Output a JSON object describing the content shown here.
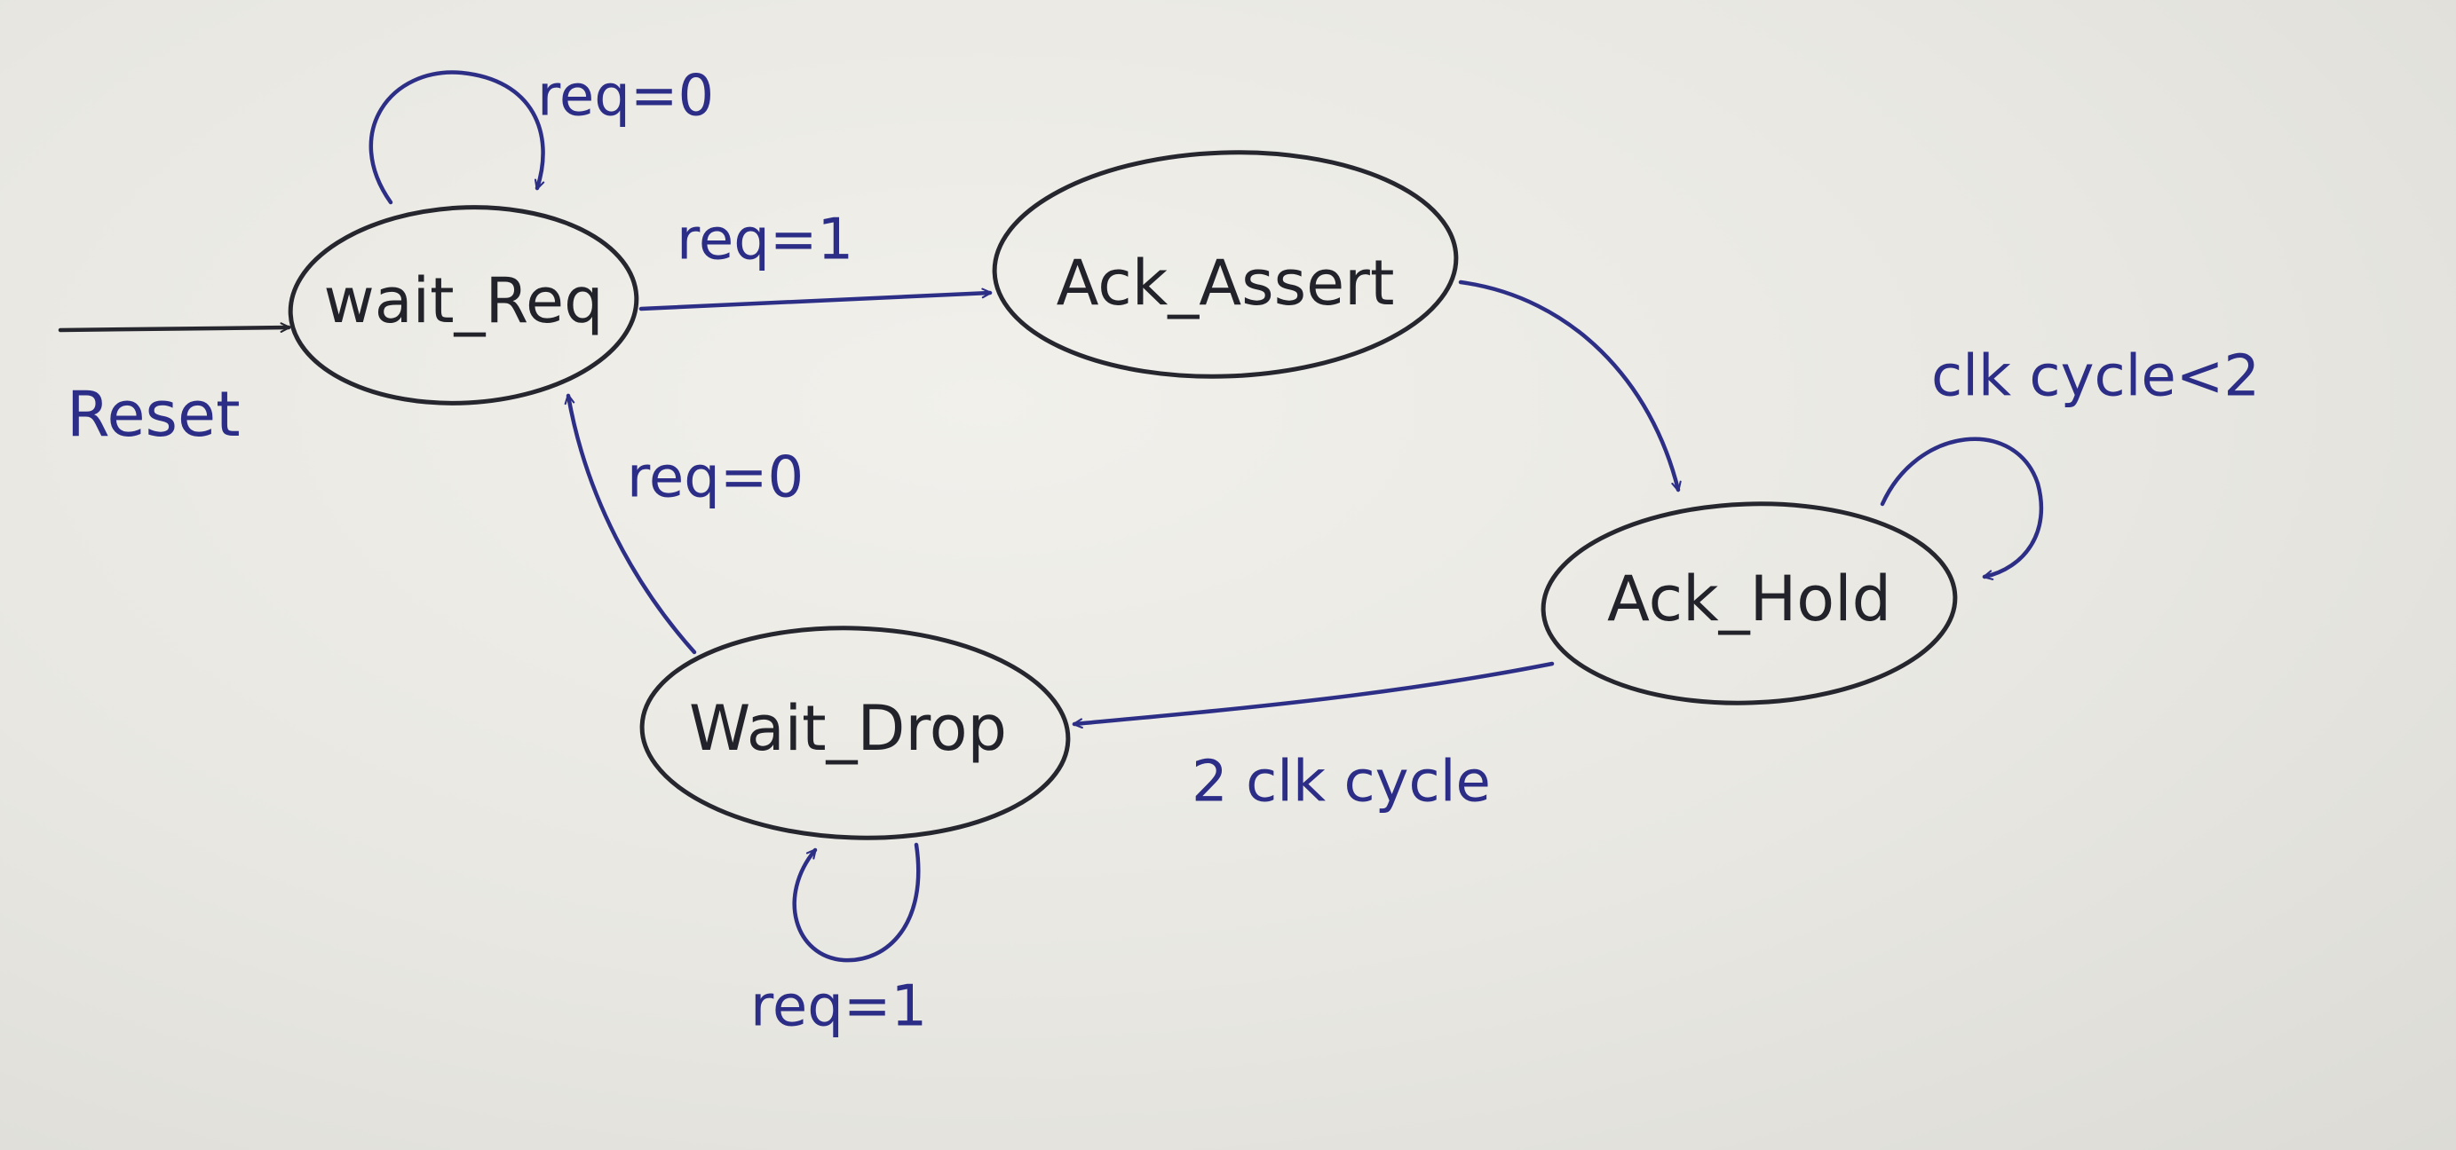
{
  "states": {
    "wait_req": "wait_Req",
    "ack_assert": "Ack_Assert",
    "ack_hold": "Ack_Hold",
    "wait_drop": "Wait_Drop"
  },
  "reset_label": "Reset",
  "transitions": {
    "wait_req_self": "req=0",
    "wait_req_to_ack_assert": "req=1",
    "wait_drop_to_wait_req": "req=0",
    "ack_hold_self": "clk cycle<2",
    "ack_hold_to_wait_drop": "2 clk cycle",
    "wait_drop_self": "req=1"
  },
  "colors": {
    "ink_blue": "#2d2f86",
    "ink_dark": "#26262e",
    "paper": "#ecebe6"
  }
}
